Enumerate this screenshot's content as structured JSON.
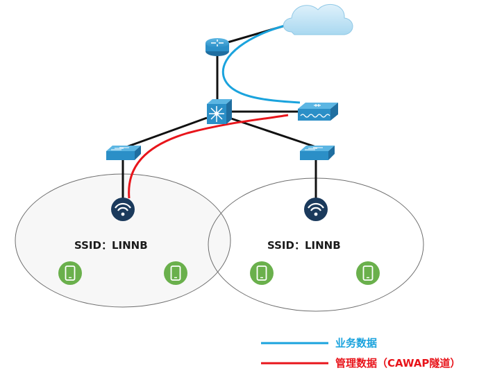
{
  "cells": [
    {
      "ssid_label": "SSID：LINNB"
    },
    {
      "ssid_label": "SSID：LINNB"
    }
  ],
  "legend": [
    {
      "label": "业务数据",
      "color": "#1aa3dd"
    },
    {
      "label": "管理数据（CAWAP隧道）",
      "color": "#e8151b"
    }
  ],
  "colors": {
    "device_blue": "#2b8fc7",
    "device_dark": "#1f6ea0",
    "ap_navy": "#1b3a5c",
    "client_green": "#6ab04c",
    "link_black": "#111111"
  },
  "icons": {
    "router": "router-icon",
    "core_switch": "layer3-switch-icon",
    "firewall": "firewall-icon",
    "access_switch": "switch-icon",
    "access_point": "wifi-ap-icon",
    "client": "phone-icon",
    "internet": "cloud-icon"
  }
}
